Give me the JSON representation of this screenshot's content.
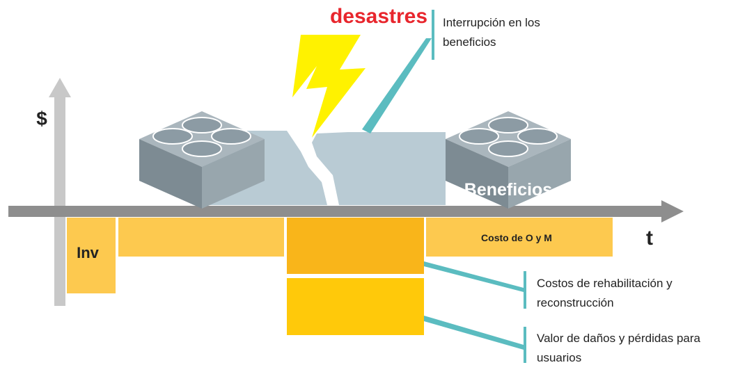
{
  "disaster_label": "desastres",
  "axis": {
    "y_label": "$",
    "x_label": "t"
  },
  "callouts": {
    "interruption": [
      "Interrupción en los",
      "beneficios"
    ],
    "rehab": [
      "Costos de rehabilitación y",
      "reconstrucción"
    ],
    "damages": [
      "Valor de daños y pérdidas para",
      "usuarios"
    ]
  },
  "blocks": {
    "investment": "Inv",
    "om_cost": "Costo de O y M",
    "benefits": "Beneficios"
  },
  "colors": {
    "disaster_text": "#e8262d",
    "lightning": "#fff200",
    "axis": "#8e8e8e",
    "vertical_axis": "#c8c8c8",
    "benefit_band": "#b9cbd4",
    "lego": "#8c9ba4",
    "cost_light": "#fdc94f",
    "rehab_cost": "#f9b51a",
    "damage_cost": "#ffc90a",
    "callout_line": "#5bbcc0"
  },
  "icons": [
    "lightning-icon",
    "lego-brick-icon"
  ]
}
